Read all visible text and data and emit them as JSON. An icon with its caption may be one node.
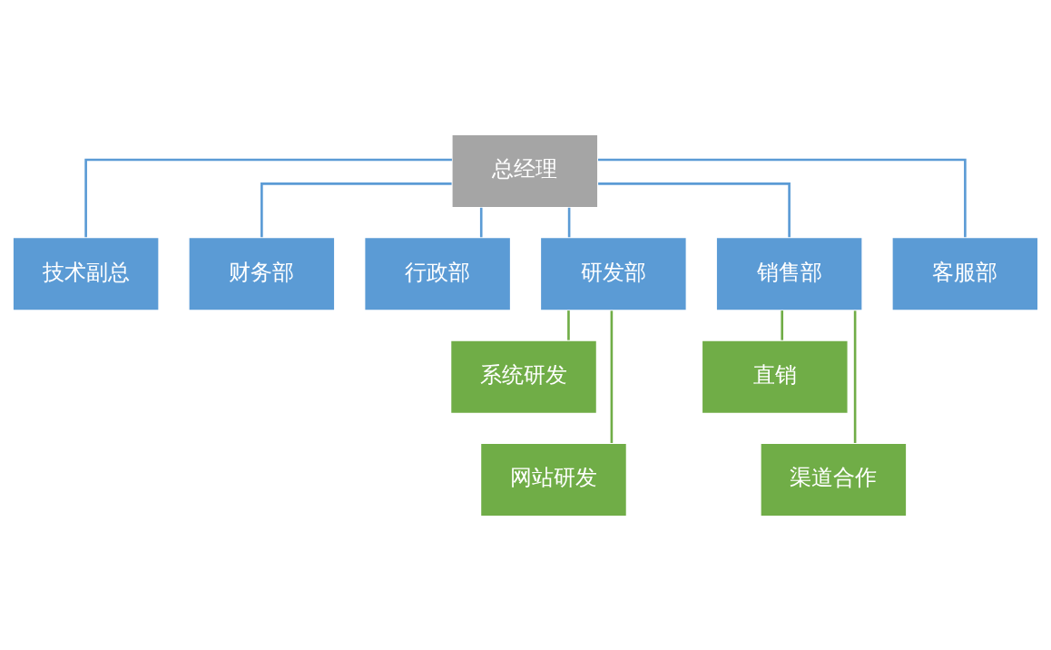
{
  "diagram": {
    "nodes": [
      {
        "text": [
          "总经理"
        ]
      },
      {
        "text": [
          "技术副总"
        ]
      },
      {
        "text": [
          "财务部"
        ]
      },
      {
        "text": [
          "行政部"
        ]
      },
      {
        "text": [
          "研发部"
        ]
      },
      {
        "text": [
          "销售部"
        ]
      },
      {
        "text": [
          "客服部"
        ]
      },
      {
        "text": [
          "系统研发"
        ]
      },
      {
        "text": [
          "网站研发"
        ]
      },
      {
        "text": [
          "直销"
        ]
      },
      {
        "text": [
          "渠道合作"
        ]
      }
    ],
    "edges": [
      {
        "from": 0,
        "to": 1,
        "arrow": "none"
      },
      {
        "from": 0,
        "to": 2,
        "arrow": "none"
      },
      {
        "from": 0,
        "to": 3,
        "arrow": "none"
      },
      {
        "from": 0,
        "to": 4,
        "arrow": "none"
      },
      {
        "from": 0,
        "to": 5,
        "arrow": "none"
      },
      {
        "from": 0,
        "to": 6,
        "arrow": "none"
      },
      {
        "from": 4,
        "to": 7,
        "arrow": "none",
        "color": "#70ad47"
      },
      {
        "from": 4,
        "to": 8,
        "arrow": "none",
        "color": "#70ad47"
      },
      {
        "from": 5,
        "to": 9,
        "arrow": "none",
        "color": "#70ad47"
      },
      {
        "from": 5,
        "to": 10,
        "arrow": "none",
        "color": "#70ad47"
      }
    ]
  }
}
